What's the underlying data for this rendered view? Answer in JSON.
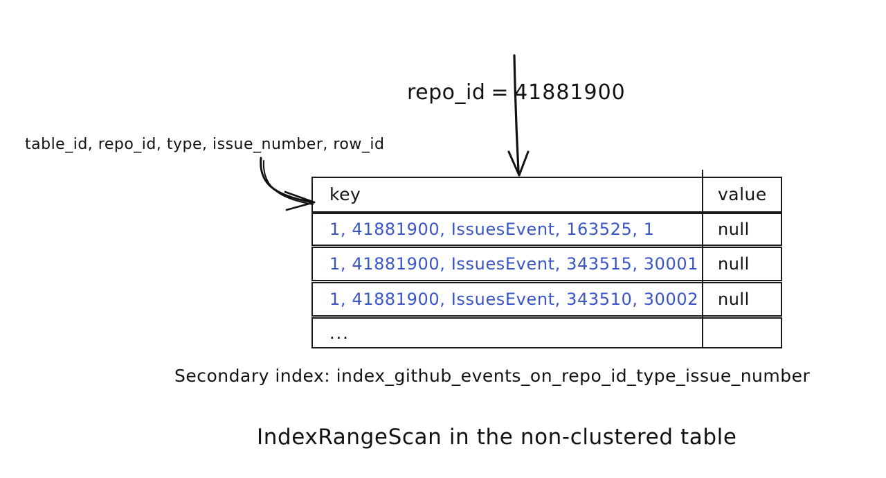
{
  "canvas": {
    "background": "#ffffff",
    "ink_color": "#111111",
    "key_text_color": "#3a55c8"
  },
  "predicate": {
    "column": "repo_id",
    "operator": "=",
    "value": "41881900",
    "full_text": "repo_id = 41881900"
  },
  "columns_label": {
    "text": "table_id, repo_id, type, issue_number, row_id"
  },
  "table": {
    "headers": {
      "key": "key",
      "value": "value"
    },
    "rows": [
      {
        "key": "1, 41881900, IssuesEvent, 163525, 1",
        "value": "null"
      },
      {
        "key": "1, 41881900, IssuesEvent, 343515, 30001",
        "value": "null"
      },
      {
        "key": "1, 41881900, IssuesEvent, 343510, 30002",
        "value": "null"
      },
      {
        "key": "...",
        "value": ""
      }
    ]
  },
  "captions": {
    "index": "Secondary index: index_github_events_on_repo_id_type_issue_number",
    "scan": "IndexRangeScan in the non-clustered table"
  },
  "annotations": {
    "predicate_arrow": "down-arrow-icon",
    "columns_arrow": "curved-arrow-icon"
  }
}
